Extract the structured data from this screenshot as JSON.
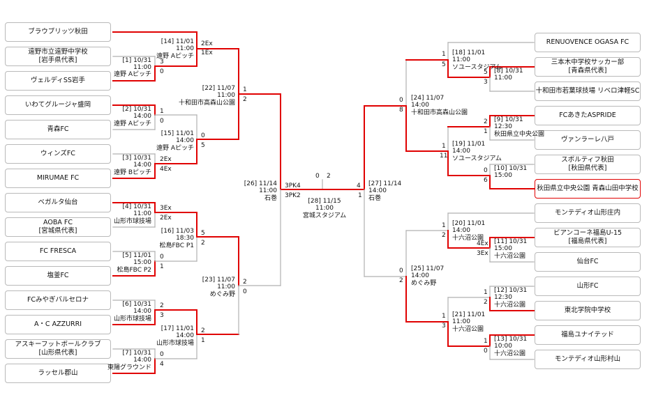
{
  "title": "",
  "colors": {
    "winner_line": "#e00000",
    "loser_line": "#b0b0b0",
    "box_border": "#b9b9b9",
    "highlight_border": "#e00000"
  },
  "left_teams": [
    {
      "name": "ブラウブリッツ秋田",
      "sub": ""
    },
    {
      "name": "遠野市立遠野中学校",
      "sub": "[岩手県代表]"
    },
    {
      "name": "ヴェルディSS岩手",
      "sub": ""
    },
    {
      "name": "いわてグルージャ盛岡",
      "sub": ""
    },
    {
      "name": "青森FC",
      "sub": ""
    },
    {
      "name": "ウィンズFC",
      "sub": ""
    },
    {
      "name": "MIRUMAE FC",
      "sub": ""
    },
    {
      "name": "ベガルタ仙台",
      "sub": ""
    },
    {
      "name": "AOBA FC",
      "sub": "[宮城県代表]"
    },
    {
      "name": "FC FRESCA",
      "sub": ""
    },
    {
      "name": "塩釜FC",
      "sub": ""
    },
    {
      "name": "FCみやぎバルセロナ",
      "sub": ""
    },
    {
      "name": "A・C AZZURRI",
      "sub": ""
    },
    {
      "name": "アスキーフットボールクラブ",
      "sub": "[山形県代表]"
    },
    {
      "name": "ラッセル郡山",
      "sub": ""
    }
  ],
  "right_teams": [
    {
      "name": "RENUOVENCE OGASA FC",
      "sub": ""
    },
    {
      "name": "三本木中学校サッカー部",
      "sub": "[青森県代表]"
    },
    {
      "name": "十和田市若葉球技場 リベロ津軽SC",
      "sub": ""
    },
    {
      "name": "FCあきたASPRIDE",
      "sub": ""
    },
    {
      "name": "ヴァンラーレ八戸",
      "sub": ""
    },
    {
      "name": "スポルティフ秋田",
      "sub": "[秋田県代表]"
    },
    {
      "name": "秋田県立中央公園 青森山田中学校",
      "sub": ""
    },
    {
      "name": "モンテディオ山形庄内",
      "sub": ""
    },
    {
      "name": "ビアンコーネ福島U-15",
      "sub": "[福島県代表]"
    },
    {
      "name": "仙台FC",
      "sub": ""
    },
    {
      "name": "山形FC",
      "sub": ""
    },
    {
      "name": "東北学院中学校",
      "sub": ""
    },
    {
      "name": "福島ユナイテッド",
      "sub": ""
    },
    {
      "name": "モンテディオ山形村山",
      "sub": ""
    }
  ],
  "matches": {
    "m1": {
      "num": "[1] 10/31",
      "time": "11:00",
      "venue": "遠野 Aピッチ",
      "s1": "3",
      "s2": "0"
    },
    "m2": {
      "num": "[2] 10/31",
      "time": "14:00",
      "venue": "遠野 Aピッチ",
      "s1": "1",
      "s2": "0"
    },
    "m3": {
      "num": "[3] 10/31",
      "time": "14:00",
      "venue": "遠野 Bピッチ",
      "s1": "2Ex",
      "s2": "4Ex"
    },
    "m4": {
      "num": "[4] 10/31",
      "time": "11:00",
      "venue": "山形市球技場",
      "s1": "3Ex",
      "s2": "2Ex"
    },
    "m5": {
      "num": "[5] 11/01",
      "time": "15:00",
      "venue": "松島FBC P2",
      "s1": "0",
      "s2": "1"
    },
    "m6": {
      "num": "[6] 10/31",
      "time": "14:00",
      "venue": "山形市球技場",
      "s1": "2",
      "s2": "3"
    },
    "m7": {
      "num": "[7] 10/31",
      "time": "14:00",
      "venue": "東陽グラウンド",
      "s1": "0",
      "s2": "4"
    },
    "m8": {
      "num": "[8] 10/31",
      "time": "11:00",
      "venue": "",
      "s1": "5",
      "s2": "3"
    },
    "m9": {
      "num": "[9] 10/31",
      "time": "12:30",
      "venue": "秋田県立中央公園",
      "s1": "2",
      "s2": "1"
    },
    "m10": {
      "num": "[10] 10/31",
      "time": "15:00",
      "venue": "",
      "s1": "0",
      "s2": "6"
    },
    "m11": {
      "num": "[11] 10/31",
      "time": "15:00",
      "venue": "十六沼公園",
      "s1": "4Ex",
      "s2": "3Ex"
    },
    "m12": {
      "num": "[12] 10/31",
      "time": "12:30",
      "venue": "十六沼公園",
      "s1": "1",
      "s2": "2"
    },
    "m13": {
      "num": "[13] 10/31",
      "time": "10:00",
      "venue": "十六沼公園",
      "s1": "1",
      "s2": "0"
    },
    "m14": {
      "num": "[14] 11/01",
      "time": "11:00",
      "venue": "遠野 Aピッチ",
      "s1": "2Ex",
      "s2": "1Ex"
    },
    "m15": {
      "num": "[15] 11/01",
      "time": "14:00",
      "venue": "遠野 Aピッチ",
      "s1": "0",
      "s2": "5"
    },
    "m16": {
      "num": "[16] 11/03",
      "time": "18:30",
      "venue": "松島FBC P1",
      "s1": "5",
      "s2": "2"
    },
    "m17": {
      "num": "[17] 11/01",
      "time": "14:00",
      "venue": "山形市球技場",
      "s1": "2",
      "s2": "1"
    },
    "m18": {
      "num": "[18] 11/01",
      "time": "11:00",
      "venue": "ソユースタジアム",
      "s1": "1",
      "s2": "5"
    },
    "m19": {
      "num": "[19] 11/01",
      "time": "14:00",
      "venue": "ソユースタジアム",
      "s1": "1",
      "s2": "11"
    },
    "m20": {
      "num": "[20] 11/01",
      "time": "14:00",
      "venue": "十六沼公園",
      "s1": "1",
      "s2": "2"
    },
    "m21": {
      "num": "[21] 11/01",
      "time": "11:00",
      "venue": "十六沼公園",
      "s1": "1",
      "s2": "3"
    },
    "m22": {
      "num": "[22] 11/07",
      "time": "11:00",
      "venue": "十和田市高森山公園",
      "s1": "1",
      "s2": "2"
    },
    "m23": {
      "num": "[23] 11/07",
      "time": "11:00",
      "venue": "めぐみ野",
      "s1": "2",
      "s2": "0"
    },
    "m24": {
      "num": "[24] 11/07",
      "time": "14:00",
      "venue": "十和田市高森山公園",
      "s1": "0",
      "s2": "8"
    },
    "m25": {
      "num": "[25] 11/07",
      "time": "14:00",
      "venue": "めぐみ野",
      "s1": "0",
      "s2": "2"
    },
    "m26": {
      "num": "[26] 11/14",
      "time": "11:00",
      "venue": "石巻",
      "s1": "3PK4",
      "s2": "3PK2"
    },
    "m27": {
      "num": "[27] 11/14",
      "time": "14:00",
      "venue": "石巻",
      "s1": "4",
      "s2": "1"
    },
    "m28": {
      "num": "[28] 11/15",
      "time": "11:00",
      "venue": "宮城スタジアム",
      "s1": "0",
      "s2": "2"
    }
  }
}
